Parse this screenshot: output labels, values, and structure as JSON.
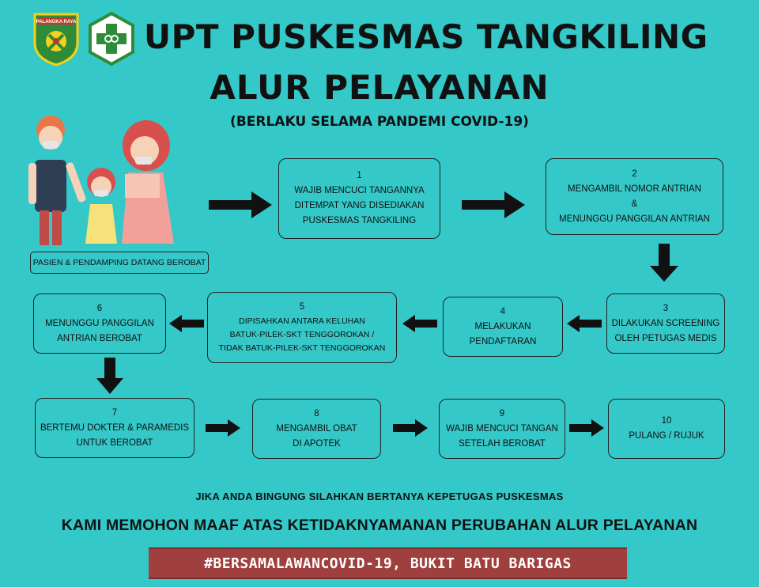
{
  "header": {
    "title": "UPT PUSKESMAS TANGKILING",
    "subtitle": "ALUR PELAYANAN",
    "note": "(BERLAKU SELAMA PANDEMI COVID-19)",
    "logo_text": "PALANGKA RAYA"
  },
  "patient_label": "PASIEN & PENDAMPING DATANG BEROBAT",
  "steps": [
    {
      "num": "1",
      "text": "WAJIB MENCUCI TANGANNYA\nDITEMPAT YANG DISEDIAKAN\nPUSKESMAS TANGKILING"
    },
    {
      "num": "2",
      "text": "MENGAMBIL NOMOR ANTRIAN\n&\nMENUNGGU PANGGILAN ANTRIAN"
    },
    {
      "num": "3",
      "text": "DILAKUKAN SCREENING\nOLEH PETUGAS MEDIS"
    },
    {
      "num": "4",
      "text": "MELAKUKAN\nPENDAFTARAN"
    },
    {
      "num": "5",
      "text": "DIPISAHKAN ANTARA KELUHAN\nBATUK-PILEK-SKT TENGGOROKAN /\nTIDAK BATUK-PILEK-SKT TENGGOROKAN"
    },
    {
      "num": "6",
      "text": "MENUNGGU PANGGILAN\nANTRIAN BEROBAT"
    },
    {
      "num": "7",
      "text": "BERTEMU DOKTER & PARAMEDIS\nUNTUK BEROBAT"
    },
    {
      "num": "8",
      "text": "MENGAMBIL OBAT\nDI APOTEK"
    },
    {
      "num": "9",
      "text": "WAJIB MENCUCI TANGAN\nSETELAH BEROBAT"
    },
    {
      "num": "10",
      "text": "PULANG / RUJUK"
    }
  ],
  "footer": {
    "ask": "JIKA ANDA BINGUNG SILAHKAN BERTANYA KEPETUGAS PUSKESMAS",
    "apology": "KAMI MEMOHON MAAF ATAS KETIDAKNYAMANAN PERUBAHAN ALUR PELAYANAN",
    "banner": "#BERSAMALAWANCOVID-19, BUKIT BATU BARIGAS"
  },
  "colors": {
    "background": "#35c8c8",
    "banner": "#a0403e",
    "cross": "#2e8b3a"
  },
  "icons": [
    "city-emblem-icon",
    "health-cross-icon",
    "arrow-right-icon",
    "arrow-left-icon",
    "arrow-down-icon"
  ]
}
